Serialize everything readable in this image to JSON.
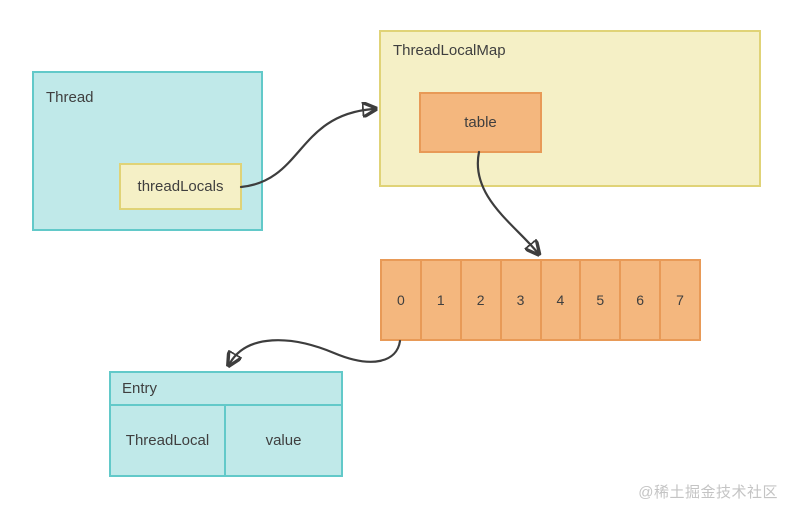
{
  "diagram": {
    "thread_box": {
      "title": "Thread",
      "field_label": "threadLocals"
    },
    "map_box": {
      "title": "ThreadLocalMap",
      "field_label": "table"
    },
    "bucket_array": {
      "cells": [
        "0",
        "1",
        "2",
        "3",
        "4",
        "5",
        "6",
        "7"
      ]
    },
    "entry_box": {
      "title": "Entry",
      "key_label": "ThreadLocal",
      "value_label": "value"
    },
    "connectors": [
      "threadLocals to ThreadLocalMap",
      "table to bucket array",
      "bucket 0 to Entry"
    ],
    "watermark": "@稀土掘金技术社区"
  },
  "colors": {
    "cyan_fill": "#c0e9e9",
    "cyan_border": "#62c9c9",
    "yellow_fill": "#f5f0c6",
    "yellow_border": "#e0d377",
    "orange_fill": "#f4b77e",
    "orange_border": "#e89a57",
    "connector": "#3d3d3d",
    "text": "#3f3f3f",
    "watermark": "#c4c4c4"
  }
}
